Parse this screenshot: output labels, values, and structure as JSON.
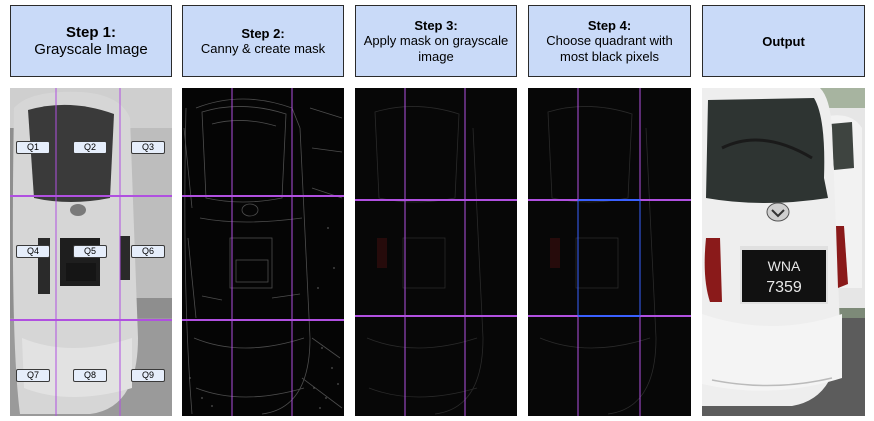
{
  "steps": [
    {
      "title": "Step 1:",
      "desc": "Grayscale Image"
    },
    {
      "title": "Step 2:",
      "desc": "Canny & create mask"
    },
    {
      "title": "Step 3:",
      "desc": "Apply mask on grayscale image"
    },
    {
      "title": "Step 4:",
      "desc": "Choose quadrant with most black pixels"
    },
    {
      "title": "",
      "desc": "Output"
    }
  ],
  "quadrants": [
    "Q1",
    "Q2",
    "Q3",
    "Q4",
    "Q5",
    "Q6",
    "Q7",
    "Q8",
    "Q9"
  ],
  "plates": {
    "line1": "WNA",
    "line2": "7359"
  },
  "colors": {
    "box_fill": "#c9daf8",
    "grid_line": "#b050e0",
    "highlight_line": "#3a60ff"
  }
}
